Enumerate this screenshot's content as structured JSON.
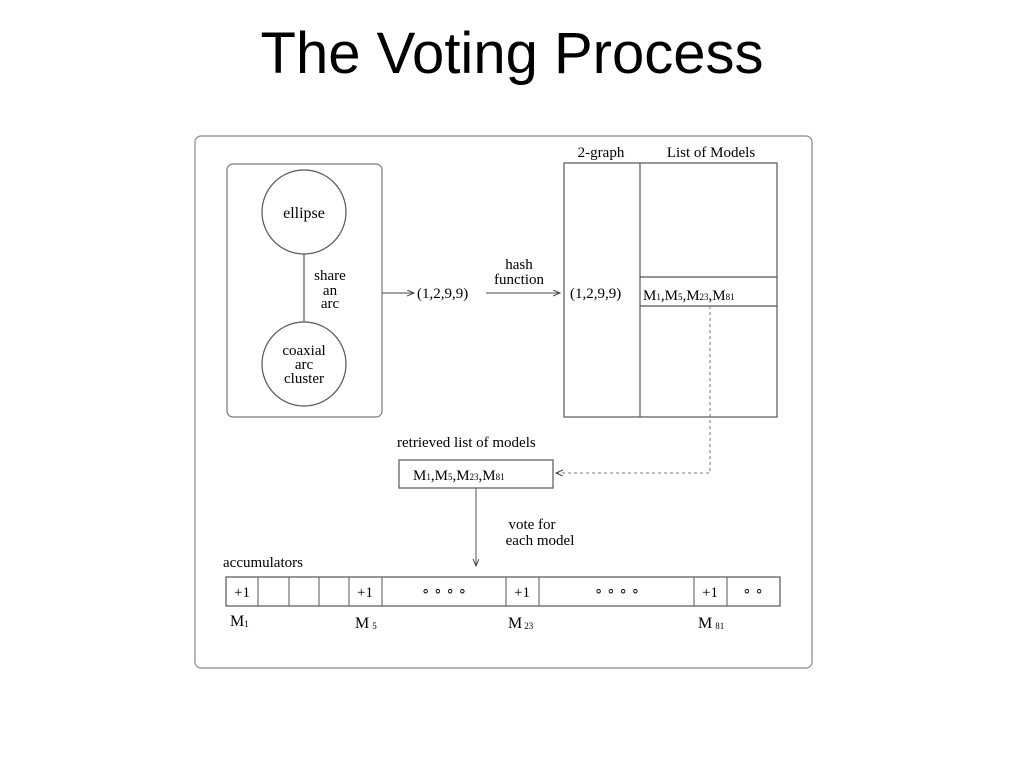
{
  "slide": {
    "title": "The Voting Process"
  },
  "figure": {
    "circle_top": "ellipse",
    "relation": [
      "share",
      "an",
      "arc"
    ],
    "circle_bottom": [
      "coaxial",
      "arc",
      "cluster"
    ],
    "tuple": "(1,2,9,9)",
    "hash_label": [
      "hash",
      "function"
    ],
    "table_header_left": "2-graph",
    "table_header_right": "List of Models",
    "table_row_key": "(1,2,9,9)",
    "models": [
      {
        "letter": "M",
        "sub": "1"
      },
      {
        "letter": "M",
        "sub": "5"
      },
      {
        "letter": "M",
        "sub": "23"
      },
      {
        "letter": "M",
        "sub": "81"
      }
    ],
    "model_separator": ",",
    "retrieved_label": "retrieved list of models",
    "vote_label": [
      "vote for",
      "each model"
    ],
    "accumulators_label": "accumulators",
    "plus_one": "+1",
    "dots_long": "∘  ∘  ∘  ∘",
    "dots_short": "∘  ∘",
    "accumulator_labels": [
      {
        "letter": "M",
        "sub": "1"
      },
      {
        "letter": "M",
        "sub": "5"
      },
      {
        "letter": "M",
        "sub": "23"
      },
      {
        "letter": "M",
        "sub": "81"
      }
    ]
  }
}
